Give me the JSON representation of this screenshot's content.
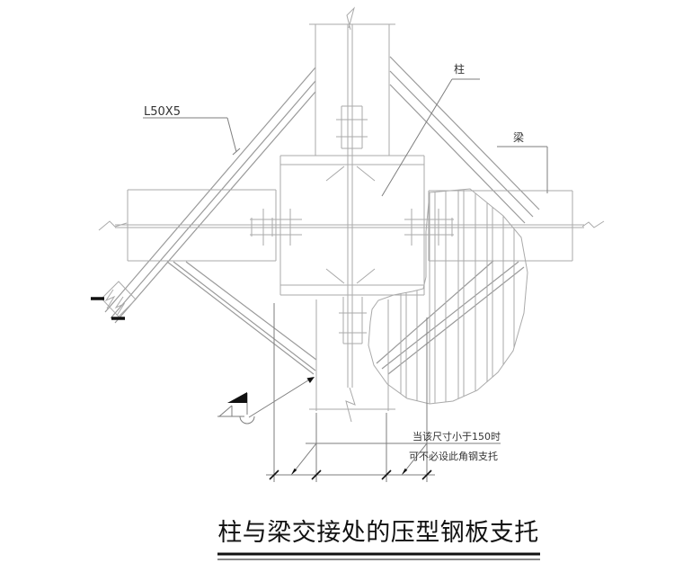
{
  "drawing": {
    "title": "柱与梁交接处的压型钢板支托",
    "labels": {
      "angle_size": "L50X5",
      "column": "柱",
      "beam": "梁"
    },
    "note": {
      "line1": "当该尺寸小于150时",
      "line2": "可不必设此角钢支托"
    },
    "icons": {
      "field_weld_flag": "field-weld-flag-icon",
      "weld_all_around": "weld-all-around-icon",
      "break_symbol": "member-break-icon"
    },
    "colors": {
      "background": "#ffffff",
      "line_thin": "#aaaaaa",
      "line_medium": "#9a9a9a",
      "leader": "#7e7e7e",
      "ink": "#333333",
      "black": "#111111"
    }
  }
}
